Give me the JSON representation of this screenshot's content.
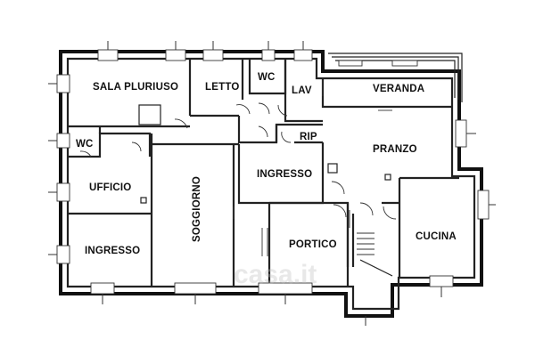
{
  "rooms": {
    "sala_pluriuso": "SALA PLURIUSO",
    "letto": "LETTO",
    "wc_top": "WC",
    "lav": "LAV",
    "veranda": "VERANDA",
    "rip": "RIP",
    "wc_left": "WC",
    "pranzo": "PRANZO",
    "ufficio": "UFFICIO",
    "ingresso_center": "INGRESSO",
    "soggiorno": "SOGGIORNO",
    "portico": "PORTICO",
    "cucina": "CUCINA",
    "ingresso_left": "INGRESSO"
  },
  "watermark": {
    "text": "casa.it"
  },
  "colors": {
    "walls": "#222222",
    "background": "#ffffff",
    "labels": "#111111"
  }
}
